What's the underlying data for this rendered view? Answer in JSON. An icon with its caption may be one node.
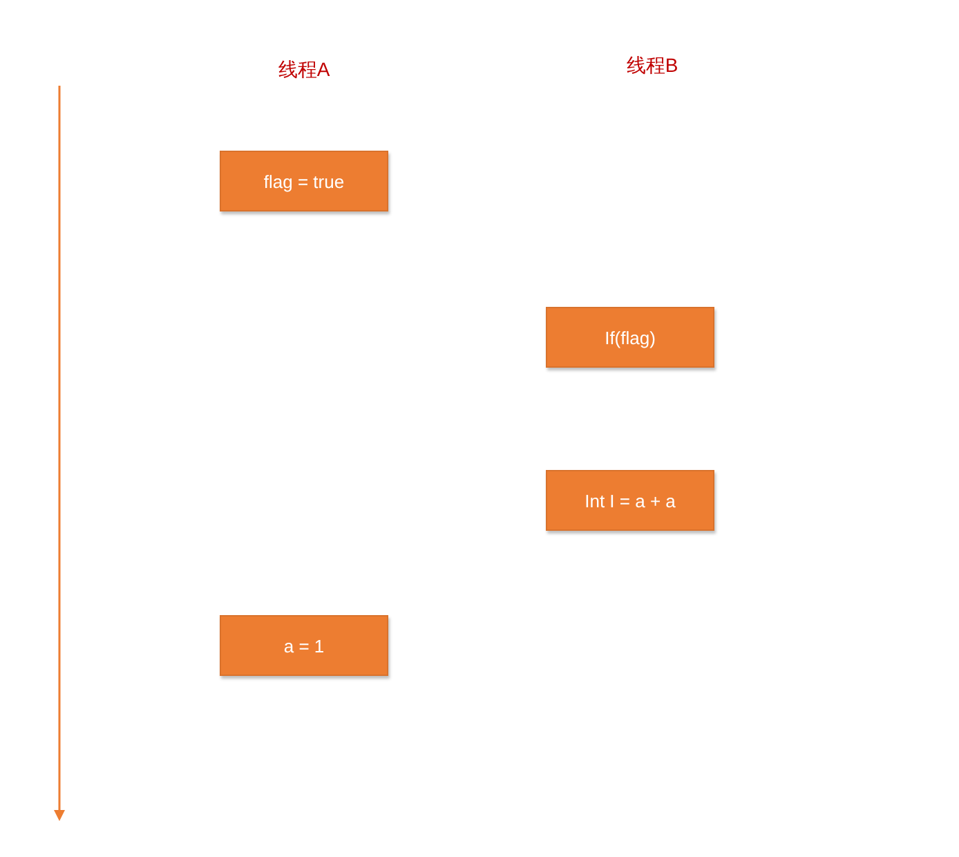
{
  "diagram": {
    "nodes": [
      {
        "text": [
          "flag = true"
        ]
      },
      {
        "text": [
          "If(flag)"
        ]
      },
      {
        "text": [
          "Int I = a + a"
        ]
      },
      {
        "text": [
          "a = 1"
        ]
      }
    ],
    "labels": [
      "线程A",
      "线程B"
    ]
  }
}
